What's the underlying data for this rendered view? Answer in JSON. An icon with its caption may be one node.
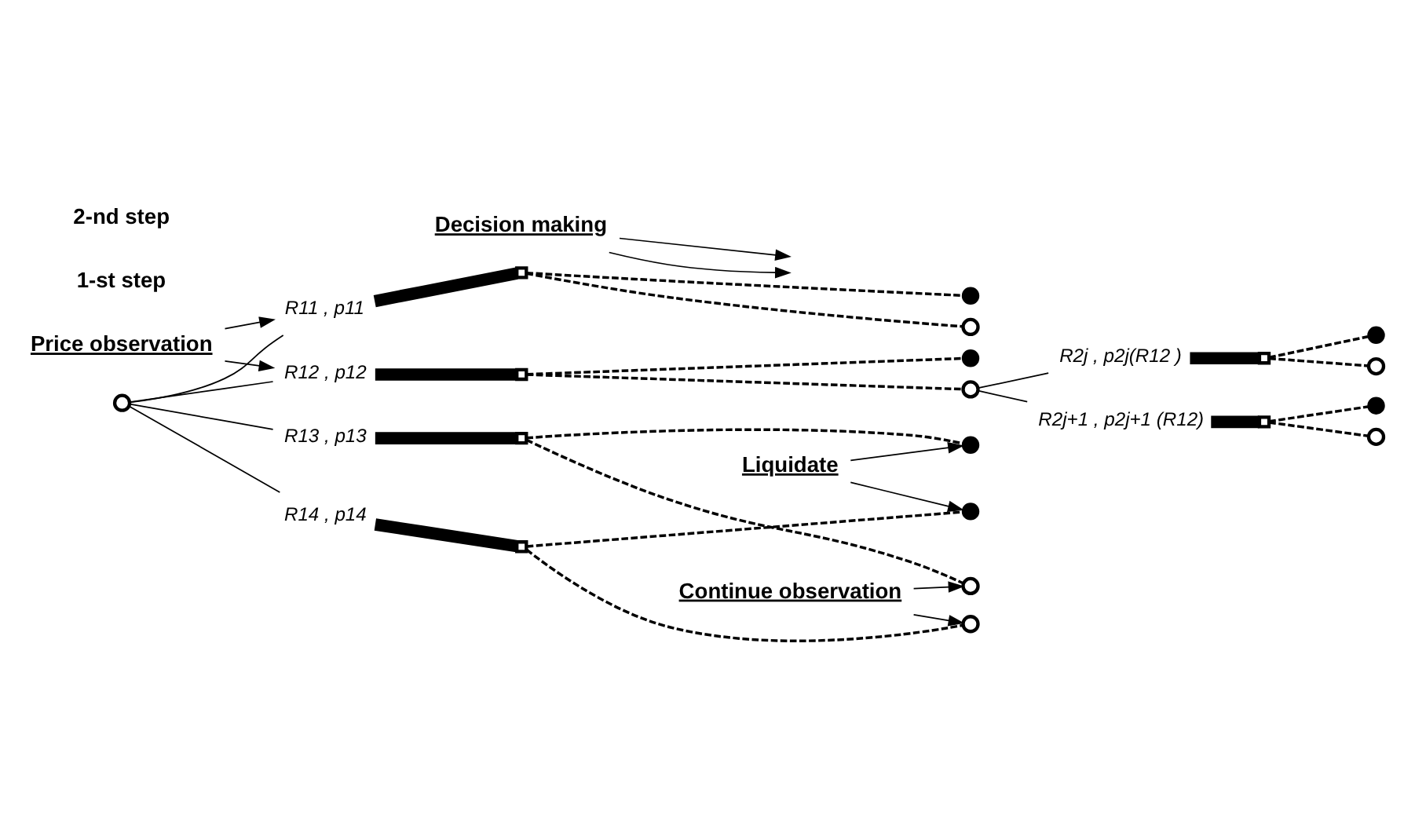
{
  "diagram": {
    "nodes": [
      {
        "text": [
          "Decision making"
        ]
      },
      {
        "text": [
          "Price observation"
        ]
      },
      {
        "text": [
          "R11 , p11"
        ]
      },
      {
        "text": [],
        "shape": "box"
      },
      {
        "text": [],
        "shape": "dot"
      },
      {
        "text": [],
        "shape": "circle"
      },
      {
        "text": [
          "R12 , p12"
        ]
      },
      {
        "text": [],
        "shape": "box"
      },
      {
        "text": [],
        "shape": "dot"
      },
      {
        "text": [],
        "shape": "circle"
      },
      {
        "text": [],
        "shape": "circle"
      },
      {
        "text": [
          "R13 , p13"
        ]
      },
      {
        "text": [],
        "shape": "box"
      },
      {
        "text": [],
        "shape": "dot"
      },
      {
        "text": [],
        "shape": "circle"
      },
      {
        "text": [
          "R14 , p14"
        ]
      },
      {
        "text": [],
        "shape": "box"
      },
      {
        "text": [],
        "shape": "dot"
      },
      {
        "text": [],
        "shape": "circle"
      },
      {
        "text": [
          "R2j , p2j(R12 )"
        ]
      },
      {
        "text": [],
        "shape": "box"
      },
      {
        "text": [],
        "shape": "dot"
      },
      {
        "text": [],
        "shape": "circle"
      },
      {
        "text": [
          "R2j+1 , p2j+1 (R12)"
        ]
      },
      {
        "text": [],
        "shape": "box"
      },
      {
        "text": [],
        "shape": "dot"
      },
      {
        "text": [],
        "shape": "circle"
      },
      {
        "text": [
          "Liquidate"
        ]
      },
      {
        "text": [
          "Continue observation"
        ]
      }
    ],
    "edges": [
      {
        "from": 10,
        "to": 2,
        "arrow": "none"
      },
      {
        "from": 10,
        "to": 6,
        "arrow": "none"
      },
      {
        "from": 10,
        "to": 11,
        "arrow": "none"
      },
      {
        "from": 10,
        "to": 15,
        "arrow": "none"
      },
      {
        "from": 2,
        "to": 3,
        "arrow": "none",
        "style": "thick"
      },
      {
        "from": 3,
        "to": 4,
        "arrow": "none",
        "style": "dashed"
      },
      {
        "from": 3,
        "to": 5,
        "arrow": "none",
        "style": "dashed"
      },
      {
        "from": 6,
        "to": 7,
        "arrow": "none",
        "style": "thick"
      },
      {
        "from": 7,
        "to": 8,
        "arrow": "none",
        "style": "dashed"
      },
      {
        "from": 7,
        "to": 9,
        "arrow": "none",
        "style": "dashed"
      },
      {
        "from": 11,
        "to": 12,
        "arrow": "none",
        "style": "thick"
      },
      {
        "from": 12,
        "to": 13,
        "arrow": "none",
        "style": "dashed"
      },
      {
        "from": 12,
        "to": 14,
        "arrow": "none",
        "style": "dashed"
      },
      {
        "from": 15,
        "to": 16,
        "arrow": "none",
        "style": "thick"
      },
      {
        "from": 16,
        "to": 17,
        "arrow": "none",
        "style": "dashed"
      },
      {
        "from": 16,
        "to": 18,
        "arrow": "none",
        "style": "dashed"
      },
      {
        "from": 9,
        "to": 19,
        "arrow": "none"
      },
      {
        "from": 9,
        "to": 23,
        "arrow": "none"
      },
      {
        "from": 19,
        "to": 20,
        "arrow": "none",
        "style": "thick"
      },
      {
        "from": 20,
        "to": 21,
        "arrow": "none",
        "style": "dashed"
      },
      {
        "from": 20,
        "to": 22,
        "arrow": "none",
        "style": "dashed"
      },
      {
        "from": 23,
        "to": 24,
        "arrow": "none",
        "style": "thick"
      },
      {
        "from": 24,
        "to": 25,
        "arrow": "none",
        "style": "dashed"
      },
      {
        "from": 24,
        "to": 26,
        "arrow": "none",
        "style": "dashed"
      },
      {
        "from": 1,
        "to": 2,
        "arrow": "to"
      },
      {
        "from": 1,
        "to": 6,
        "arrow": "to"
      },
      {
        "from": 0,
        "to": null,
        "arrow": "to"
      },
      {
        "from": 0,
        "to": null,
        "arrow": "to"
      },
      {
        "from": 27,
        "to": 13,
        "arrow": "to"
      },
      {
        "from": 27,
        "to": 17,
        "arrow": "to"
      },
      {
        "from": 28,
        "to": 14,
        "arrow": "to"
      },
      {
        "from": 28,
        "to": 18,
        "arrow": "to"
      }
    ],
    "labels": [
      "1-st step",
      "2-nd step"
    ]
  }
}
